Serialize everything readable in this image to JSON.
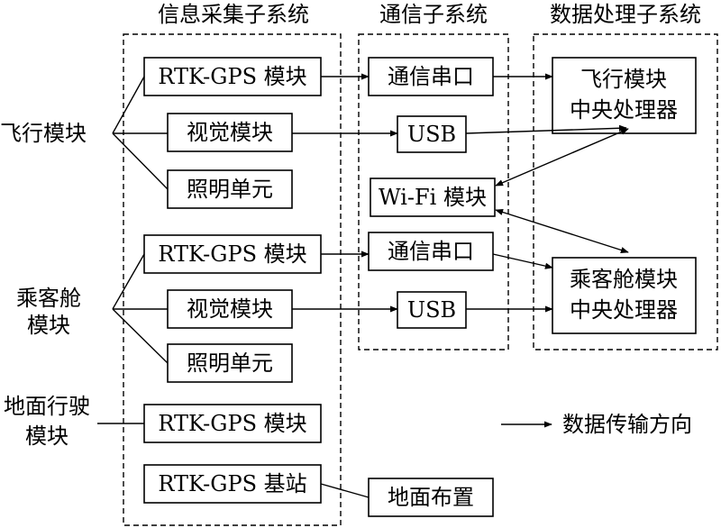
{
  "subsystems": {
    "info_collection": "信息采集子系统",
    "communication": "通信子系统",
    "data_processing": "数据处理子系统"
  },
  "sources": {
    "flight_module": "飞行模块",
    "passenger_module_line1": "乘客舱",
    "passenger_module_line2": "模块",
    "ground_module_line1": "地面行驶",
    "ground_module_line2": "模块"
  },
  "info_boxes": {
    "flight_rtk": "RTK-GPS 模块",
    "flight_vision": "视觉模块",
    "flight_light": "照明单元",
    "cabin_rtk": "RTK-GPS 模块",
    "cabin_vision": "视觉模块",
    "cabin_light": "照明单元",
    "ground_rtk": "RTK-GPS 模块",
    "rtk_base": "RTK-GPS 基站"
  },
  "comm_boxes": {
    "serial_1": "通信串口",
    "usb_1": "USB",
    "wifi": "Wi-Fi 模块",
    "serial_2": "通信串口",
    "usb_2": "USB",
    "ground_layout": "地面布置"
  },
  "processing_boxes": {
    "flight_cpu_line1": "飞行模块",
    "flight_cpu_line2": "中央处理器",
    "cabin_cpu_line1": "乘客舱模块",
    "cabin_cpu_line2": "中央处理器"
  },
  "legend": {
    "label": "数据传输方向"
  }
}
